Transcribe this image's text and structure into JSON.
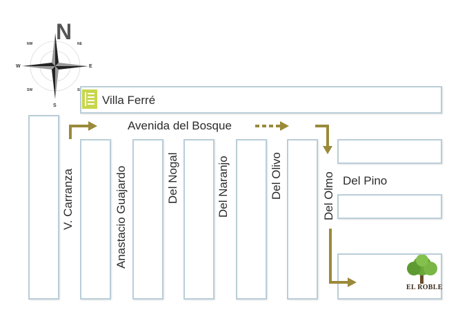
{
  "compass": {
    "north": "N",
    "south": "S",
    "east": "E",
    "west": "W",
    "nw": "NW",
    "ne": "NE",
    "sw": "SW",
    "se": "SE"
  },
  "places": {
    "park": "Villa Ferré",
    "destination_logo": "EL ROBLE"
  },
  "streets": {
    "avenida": "Avenida del Bosque",
    "carranza": "V. Carranza",
    "guajardo": "Anastacio Guajardo",
    "nogal": "Del Nogal",
    "naranjo": "Del Naranjo",
    "olivo": "Del Olivo",
    "olmo": "Del Olmo",
    "pino": "Del Pino"
  },
  "colors": {
    "route_arrow": "#9a8a3a",
    "block_border": "#b9cdd8",
    "park_icon": "#c8d64a",
    "tree_foliage": "#6aa83a"
  },
  "icons": [
    "compass-rose-icon",
    "park-icon",
    "tree-icon",
    "route-arrow-icon"
  ]
}
